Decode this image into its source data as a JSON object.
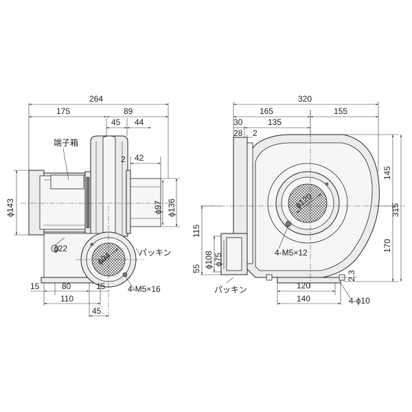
{
  "side_view": {
    "dims": {
      "overall_width": "264",
      "motor_length": "175",
      "casing_width": "89",
      "casing_left": "45",
      "casing_right": "44",
      "outlet_offset": "2",
      "outlet_length": "42",
      "motor_diameter": "ϕ143",
      "inlet_diameter": "ϕ97",
      "casing_diameter": "ϕ136",
      "cable_hole": "ϕ22",
      "flange_diameter": "ϕ94",
      "base_left": "15",
      "base_span": "80",
      "base_right": "15",
      "base_total": "110",
      "base_to_center": "45"
    },
    "labels": {
      "terminal_box": "端子箱",
      "gasket": "パッキン",
      "bolts": "4-M5×16"
    }
  },
  "front_view": {
    "dims": {
      "overall_width": "320",
      "left_part": "165",
      "right_part": "155",
      "flange_offset": "30",
      "outlet_span": "135",
      "flange_thick": "28",
      "gap": "2",
      "height_upper": "145",
      "height_total": "315",
      "height_lower": "170",
      "outlet_height": "115",
      "outlet_base": "55",
      "outlet_outer": "ϕ108",
      "outlet_inner": "ϕ75",
      "inlet_diameter": "ϕ120",
      "foot_span": "120",
      "foot_total": "140",
      "foot_thick": "2.3",
      "mount_holes": "4-ϕ10"
    },
    "labels": {
      "bolts": "4-M5×12",
      "gasket": "パッキン"
    }
  }
}
